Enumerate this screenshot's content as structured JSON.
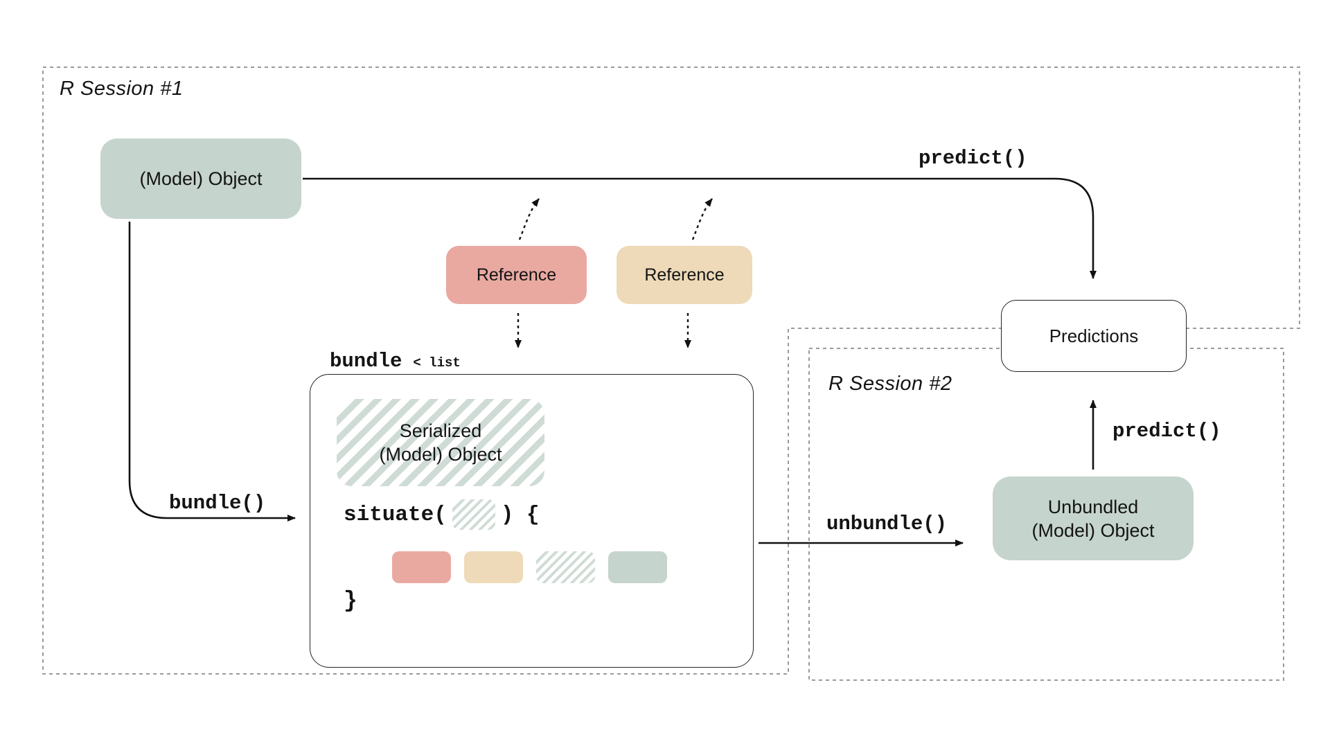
{
  "sessions": {
    "one": {
      "label": "R Session #1"
    },
    "two": {
      "label": "R Session #2"
    }
  },
  "nodes": {
    "model_object": {
      "label": "(Model) Object"
    },
    "reference_red": {
      "label": "Reference"
    },
    "reference_tan": {
      "label": "Reference"
    },
    "predictions": {
      "label": "Predictions"
    },
    "serialized": {
      "line1": "Serialized",
      "line2": "(Model) Object"
    },
    "unbundled": {
      "line1": "Unbundled",
      "line2": "(Model) Object"
    }
  },
  "bundle": {
    "title": "bundle",
    "class_hint": "< list",
    "situate_open": "situate(",
    "situate_close": ") {",
    "closing_brace": "}"
  },
  "edges": {
    "predict_session1": {
      "label": "predict()"
    },
    "predict_session2": {
      "label": "predict()"
    },
    "bundle_fn": {
      "label": "bundle()"
    },
    "unbundle_fn": {
      "label": "unbundle()"
    }
  },
  "colors": {
    "sage": "#c5d4cc",
    "salmon": "#e9a9a1",
    "tan": "#eedab8",
    "hatch": "#cfdcd5",
    "ink": "#141414",
    "dash": "#9a9a9a",
    "line": "#111111"
  }
}
